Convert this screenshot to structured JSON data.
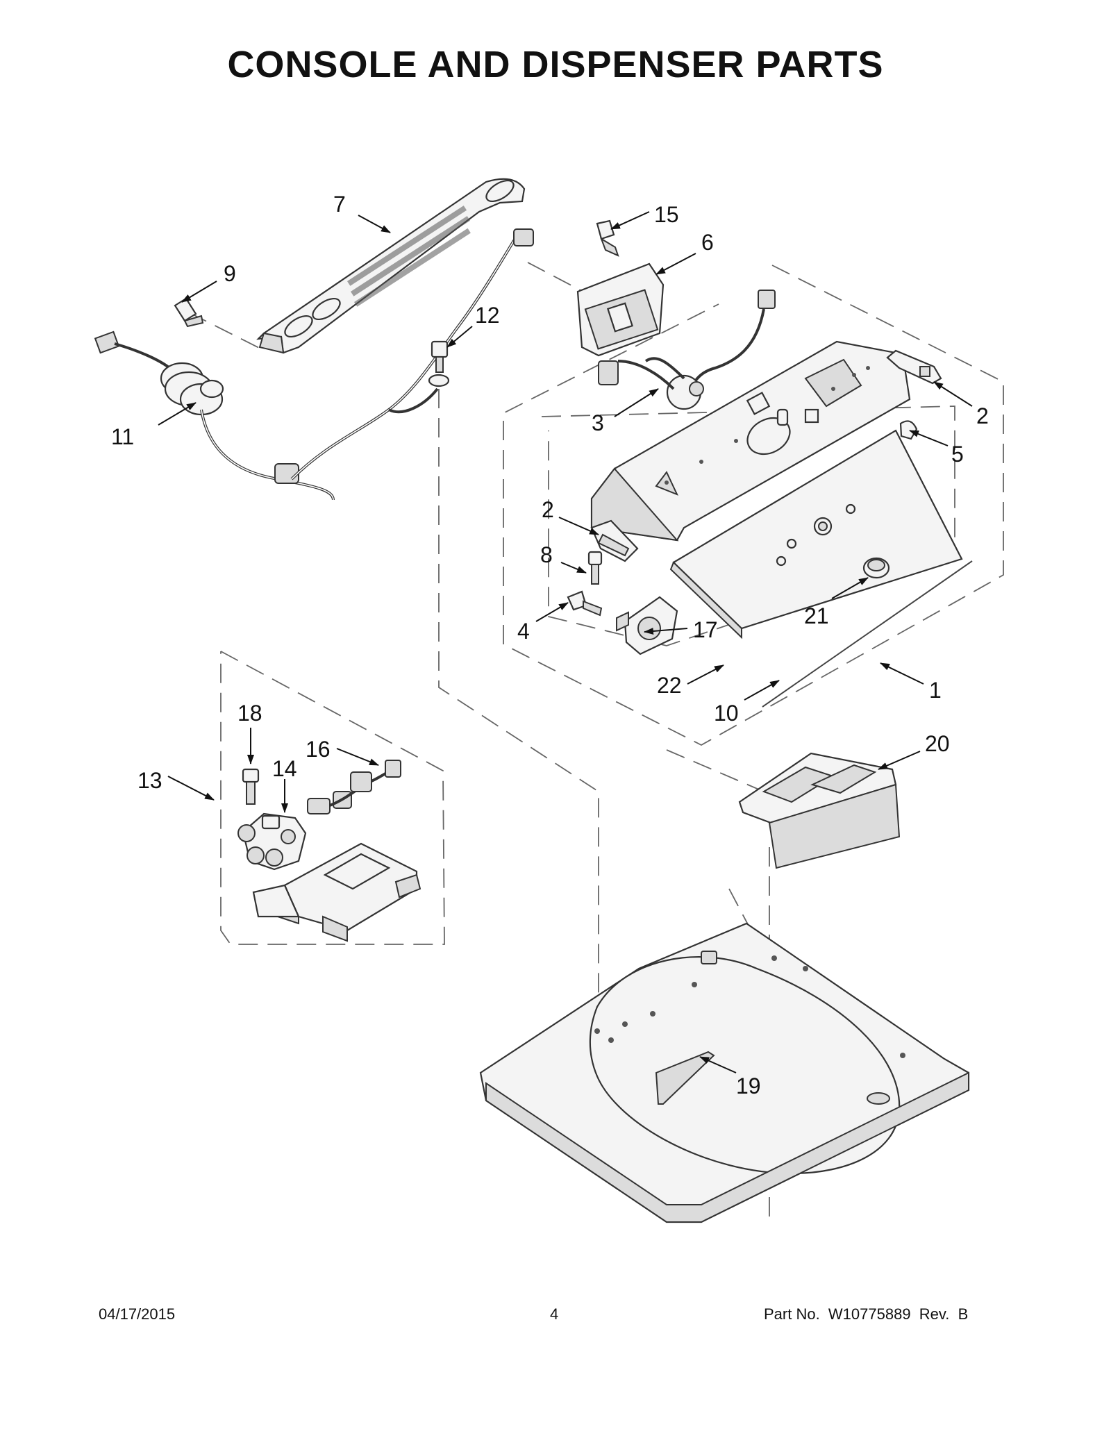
{
  "title": "CONSOLE AND DISPENSER PARTS",
  "footer": {
    "date": "04/17/2015",
    "page": "4",
    "part_no": "Part No.  W10775889  Rev.  B"
  },
  "callouts": {
    "c1": "1",
    "c2a": "2",
    "c2b": "2",
    "c3": "3",
    "c4": "4",
    "c5": "5",
    "c6": "6",
    "c7": "7",
    "c8": "8",
    "c9": "9",
    "c10": "10",
    "c11": "11",
    "c12": "12",
    "c13": "13",
    "c14": "14",
    "c15": "15",
    "c16": "16",
    "c17": "17",
    "c18": "18",
    "c19": "19",
    "c20": "20",
    "c21": "21",
    "c22": "22"
  }
}
